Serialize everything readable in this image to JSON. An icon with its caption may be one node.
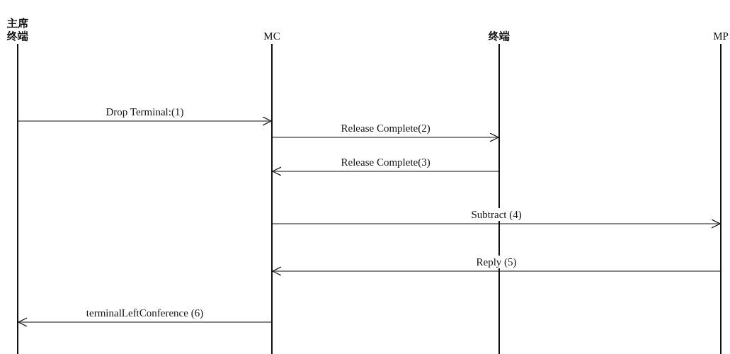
{
  "diagram": {
    "nodes": [
      {
        "text": [
          "主席终端"
        ]
      },
      {
        "text": [
          "MC"
        ]
      },
      {
        "text": [
          "终端"
        ]
      },
      {
        "text": [
          "MP"
        ]
      }
    ],
    "edges": [
      {
        "from": 0,
        "to": 1,
        "arrow": "to",
        "label": "Drop Terminal:(1)"
      },
      {
        "from": 1,
        "to": 2,
        "arrow": "to",
        "label": "Release Complete(2)"
      },
      {
        "from": 2,
        "to": 1,
        "arrow": "to",
        "label": "Release Complete(3)"
      },
      {
        "from": 1,
        "to": 3,
        "arrow": "to",
        "label": "Subtract (4)"
      },
      {
        "from": 3,
        "to": 1,
        "arrow": "to",
        "label": "Reply (5)"
      },
      {
        "from": 1,
        "to": 0,
        "arrow": "to",
        "label": "terminalLeftConference (6)"
      }
    ]
  }
}
